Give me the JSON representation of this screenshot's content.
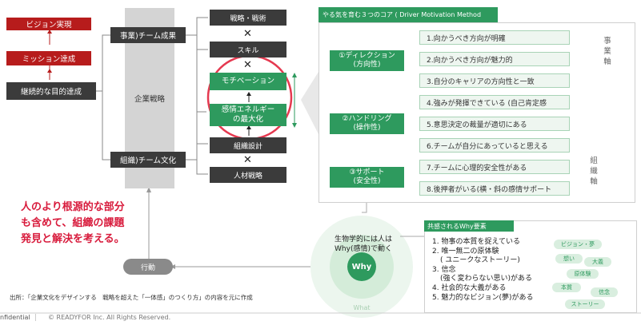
{
  "left_chain": {
    "vision": "ビジョン実現",
    "mission": "ミッション達成",
    "purpose": "継続的な目的達成"
  },
  "team": {
    "results": "事業)チーム成果",
    "culture": "組織)チーム文化",
    "strategy_label": "企業戦略"
  },
  "center": {
    "strategy_tactics": "戦略・戦術",
    "skill": "スキル",
    "motivation": "モチベーション",
    "emotion_line1": "感情エネルギー",
    "emotion_line2": "の最大化",
    "org_design": "組織設計",
    "hr_strategy": "人材戦略",
    "cross": "✕"
  },
  "emphasis": {
    "line1": "人のより根源的な部分",
    "line2": "も含めて、組織の課題",
    "line3": "発見と解決を考える。"
  },
  "action": "行動",
  "source": "出所：「企業文化をデザインする　戦略を超えた「一体感」のつくり方」の内容を元に作成",
  "footer": {
    "confidential": "nfidential",
    "copyright": "© READYFOR Inc. All Rights Reserved."
  },
  "method": {
    "title": "やる気を育む３つのコア ( Driver Motivation Method",
    "cores": [
      {
        "line1": "①ディレクション",
        "line2": "(方向性)"
      },
      {
        "line1": "②ハンドリング",
        "line2": "(操作性)"
      },
      {
        "line1": "③サポート",
        "line2": "(安全性)"
      }
    ],
    "items": [
      "1.向かうべき方向が明確",
      "2.向かうべき方向が魅力的",
      "3.自分のキャリアの方向性と一致",
      "4.強みが発揮できている (自己肯定感",
      "5.意思決定の裁量が適切にある",
      "6.チームが自分にあっていると思える",
      "7.チームに心理的安全性がある",
      "8.後押者がいる(横・斜の感情サポート"
    ],
    "axis_business": "事業軸",
    "axis_org": "組織軸"
  },
  "why": {
    "caption_line1": "生物学的には人は",
    "caption_line2": "Why(感情)で動く",
    "center": "Why",
    "what": "What"
  },
  "shared_why": {
    "title": "共感されるWhy要素",
    "items": [
      "1. 物事の本質を捉えている",
      "2. 唯一無二の原体験",
      "( ユニークなストーリー)",
      "3. 信念",
      "(強く変わらない思い)がある",
      "4. 社会的な大義がある",
      "5. 魅力的なビジョン(夢)がある"
    ],
    "pills": [
      "ビジョン・夢",
      "想い",
      "大義",
      "原体験",
      "本質",
      "信念",
      "ストーリー"
    ]
  }
}
